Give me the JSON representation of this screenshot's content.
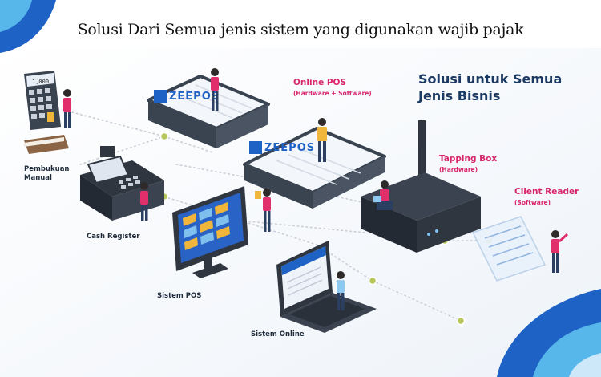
{
  "title": "Solusi Dari Semua jenis sistem yang digunakan wajib pajak",
  "headline": {
    "line1": "Solusi untuk Semua",
    "line2": "Jenis Bisnis"
  },
  "brand_logo_text": "ZEEPOS",
  "nodes": {
    "online_pos": {
      "label": "Online POS",
      "sub": "(Hardware + Software)"
    },
    "tapping_box": {
      "label": "Tapping Box",
      "sub": "(Hardware)"
    },
    "client_reader": {
      "label": "Client Reader",
      "sub": "(Software)"
    },
    "pembukuan_manual": {
      "line1": "Pembukuan",
      "line2": "Manual"
    },
    "cash_register": {
      "label": "Cash Register"
    },
    "sistem_pos": {
      "label": "Sistem POS"
    },
    "sistem_online": {
      "label": "Sistem Online"
    }
  },
  "calculator_display": "1,000",
  "colors": {
    "accent_pink": "#d8266d",
    "navy": "#1b3a63",
    "blue": "#1e6fd9",
    "dot_green": "#b7c65a"
  }
}
